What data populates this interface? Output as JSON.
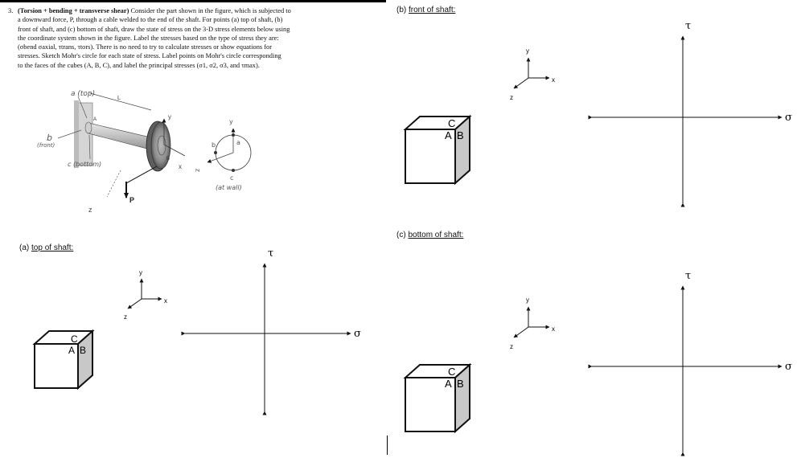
{
  "problem": {
    "number": "3.",
    "title": "(Torsion + bending + transverse shear)",
    "lines": [
      " Consider the part shown in the figure, which is subjected to",
      "a downward force, P, through a cable welded to the end of the shaft.  For points (a) top of shaft, (b)",
      "front of shaft, and (c) bottom of shaft, draw the state of stress on the 3-D stress elements below using",
      "the coordinate system shown in the figure.  Label the stresses based on the type of stress they are:",
      "(σbend σaxial, τtrans, τtors).  There is no need to try to calculate stresses or show equations for",
      "stresses.  Sketch Mohr's circle for each state of stress.  Label points on Mohr's circle corresponding",
      "to the faces of the cubes (A, B, C), and label the principal stresses (σ1, σ2, σ3, and τmax)."
    ]
  },
  "figure": {
    "label_a": "a (top)",
    "label_b": "b",
    "label_b_note": "(front)",
    "label_c": "c (bottom)",
    "label_L": "L",
    "label_y": "y",
    "label_z": "z",
    "label_P": "P",
    "label_x": "x",
    "label_A": "A",
    "label_B": "B",
    "wall_y": "y",
    "wall_z": "z",
    "wall_a": "a",
    "wall_b": "b",
    "wall_c": "c",
    "wall_note": "(at wall)"
  },
  "panels": [
    {
      "id": "a",
      "prefix": "(a)",
      "title": "top of shaft:"
    },
    {
      "id": "b",
      "prefix": "(b)",
      "title": "front of shaft:"
    },
    {
      "id": "c",
      "prefix": "(c)",
      "title": "bottom of shaft:"
    }
  ],
  "axes": {
    "y": "y",
    "x": "x",
    "z": "z"
  },
  "cube_faces": {
    "A": "A",
    "B": "B",
    "C": "C"
  },
  "mohr": {
    "tau": "τ",
    "sigma": "σ"
  }
}
